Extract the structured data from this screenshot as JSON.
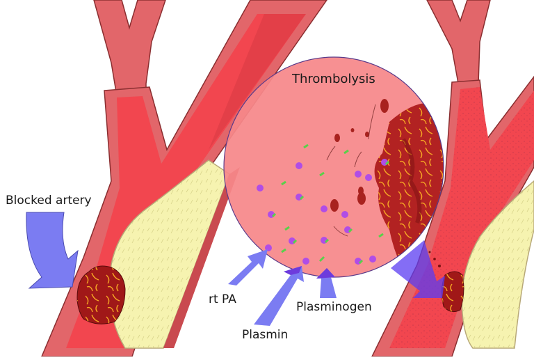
{
  "diagram": {
    "title": "Thrombolysis",
    "labels": {
      "blocked_artery": "Blocked artery",
      "rt_pa": "rt PA",
      "plasmin": "Plasmin",
      "plasminogen": "Plasminogen"
    },
    "panels": [
      {
        "name": "blocked-artery",
        "description": "Artery with plaque and clot blocking flow"
      },
      {
        "name": "thrombolysis-magnified",
        "description": "Magnified circle showing clot breaking apart with rtPA, plasmin and plasminogen molecules"
      },
      {
        "name": "reopened-artery",
        "description": "Artery with dissolving clot and restored flow"
      }
    ],
    "colors": {
      "artery_wall": "#e2666a",
      "artery_wall_dark": "#c94a4f",
      "blood": "#f2464f",
      "plaque": "#f6f3b0",
      "plaque_edge": "#d9caa0",
      "clot": "#a01818",
      "clot_fibrin": "#f5a623",
      "magnifier_fill": "#f6888a",
      "arrow": "#7b7cf2",
      "arrow_dark": "#6a2bd6",
      "rtpa_particle": "#b04de6",
      "plasminogen_particle": "#59d14a",
      "text": "#1a1a1a"
    }
  }
}
